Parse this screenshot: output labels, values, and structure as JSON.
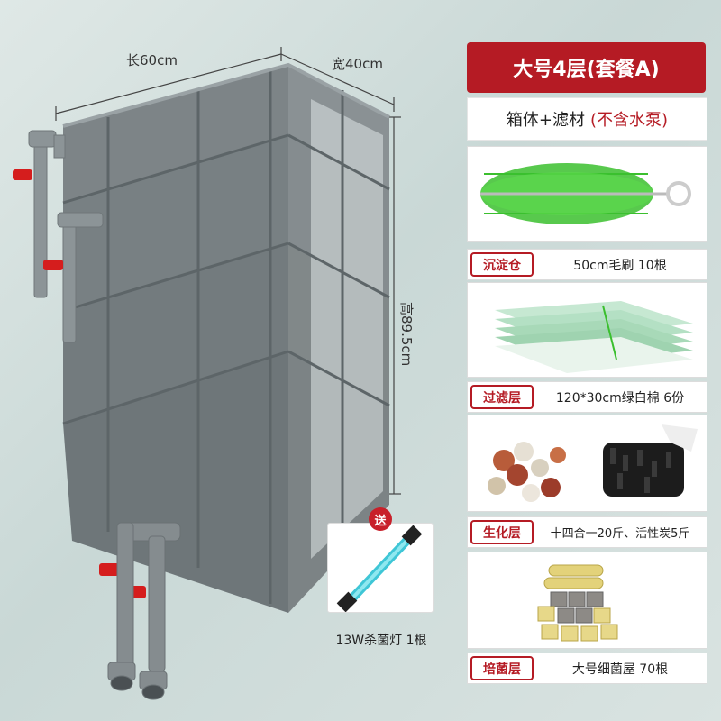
{
  "product": {
    "title": "大号4层(套餐A)",
    "subtitle_main": "箱体+滤材",
    "subtitle_note": "(不含水泵)"
  },
  "dimensions": {
    "length": "长60cm",
    "width": "宽40cm",
    "height": "高89.5cm"
  },
  "gift": {
    "badge": "送",
    "caption": "13W杀菌灯 1根"
  },
  "items": [
    {
      "tag": "沉淀仓",
      "desc": "50cm毛刷 10根"
    },
    {
      "tag": "过滤层",
      "desc": "120*30cm绿白棉 6份"
    },
    {
      "tag": "生化层",
      "desc": "十四合一20斤、活性炭5斤"
    },
    {
      "tag": "培菌层",
      "desc": "大号细菌屋 70根"
    }
  ],
  "colors": {
    "accent_red": "#b51b24",
    "tank_gray": "#7b8286",
    "brush_green": "#3bbf2e",
    "valve_red": "#d51d1d"
  }
}
